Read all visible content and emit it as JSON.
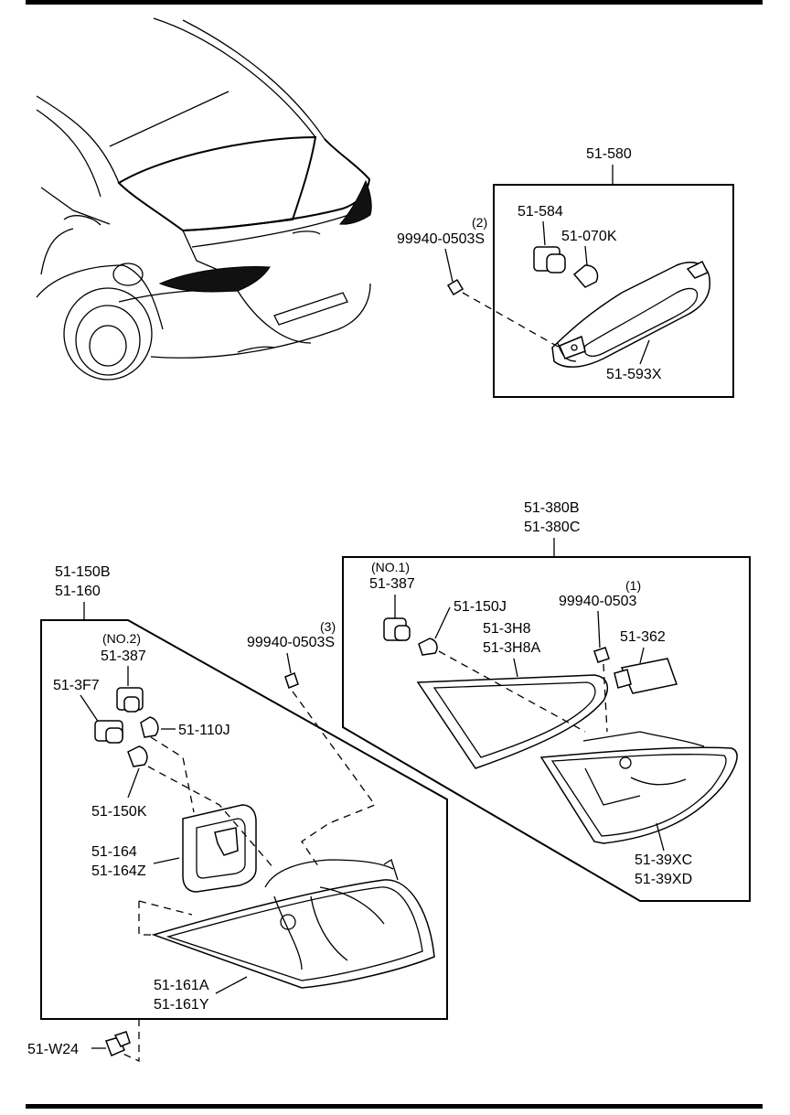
{
  "labels": {
    "p51_580": "51-580",
    "p51_584": "51-584",
    "p51_070k": "51-070K",
    "p99940_0503s_2": "99940-0503S",
    "qty_2": "(2)",
    "p51_593x": "51-593X",
    "p51_380b": "51-380B",
    "p51_380c": "51-380C",
    "no1": "(NO.1)",
    "p51_387_a": "51-387",
    "p51_150j": "51-150J",
    "qty_1": "(1)",
    "p99940_0503": "99940-0503",
    "p51_3h8": "51-3H8",
    "p51_3h8a": "51-3H8A",
    "p51_362": "51-362",
    "p51_39xc": "51-39XC",
    "p51_39xd": "51-39XD",
    "p51_150b": "51-150B",
    "p51_160": "51-160",
    "no2": "(NO.2)",
    "p51_387_b": "51-387",
    "qty_3": "(3)",
    "p99940_0503s_3": "99940-0503S",
    "p51_3f7": "51-3F7",
    "p51_110j": "51-110J",
    "p51_150k": "51-150K",
    "p51_164": "51-164",
    "p51_164z": "51-164Z",
    "p51_161a": "51-161A",
    "p51_161y": "51-161Y",
    "p51_w24": "51-W24"
  }
}
